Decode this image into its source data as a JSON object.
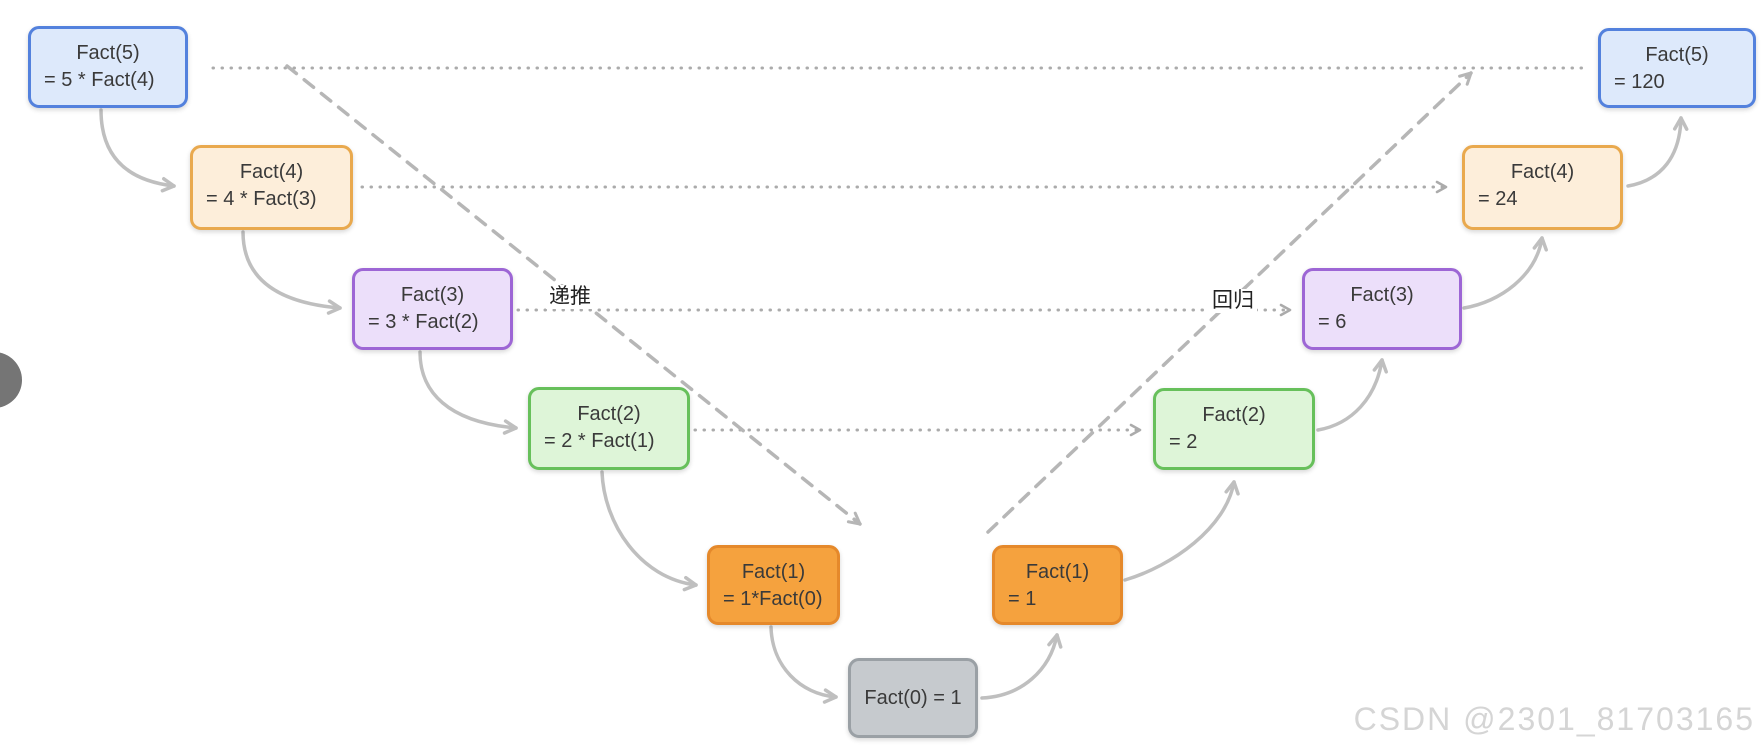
{
  "palette": {
    "blue_fill": "#dde9fb",
    "blue_border": "#5381dd",
    "tan_fill": "#fdeeda",
    "tan_border": "#e9a94e",
    "purple_fill": "#ecdffa",
    "purple_border": "#9d66d5",
    "green_fill": "#def5d8",
    "green_border": "#67c05b",
    "orange_fill": "#f5a23e",
    "orange_border": "#e5892b",
    "gray_fill": "#c6cace",
    "gray_border": "#9aa0a5",
    "arrow_gray": "#bfbfbf",
    "dot_gray": "#ababab",
    "dash_gray": "#b6b6b6",
    "text_dark": "#3a3a3a",
    "watermark_gray": "#d5d5d5",
    "handle_gray": "#757575"
  },
  "labels": {
    "recursion": "递推",
    "return": "回归"
  },
  "watermark": "CSDN @2301_81703165",
  "nodes": {
    "call5": {
      "line1": "Fact(5)",
      "line2": "= 5 * Fact(4)"
    },
    "call4": {
      "line1": "Fact(4)",
      "line2": "= 4 * Fact(3)"
    },
    "call3": {
      "line1": "Fact(3)",
      "line2": "= 3 * Fact(2)"
    },
    "call2": {
      "line1": "Fact(2)",
      "line2": "= 2 * Fact(1)"
    },
    "call1": {
      "line1": "Fact(1)",
      "line2": "= 1*Fact(0)"
    },
    "base": {
      "line1": "Fact(0) = 1"
    },
    "ret1": {
      "line1": "Fact(1)",
      "line2": "= 1"
    },
    "ret2": {
      "line1": "Fact(2)",
      "line2": "= 2"
    },
    "ret3": {
      "line1": "Fact(3)",
      "line2": "= 6"
    },
    "ret4": {
      "line1": "Fact(4)",
      "line2": "= 24"
    },
    "ret5": {
      "line1": "Fact(5)",
      "line2": "= 120"
    }
  }
}
